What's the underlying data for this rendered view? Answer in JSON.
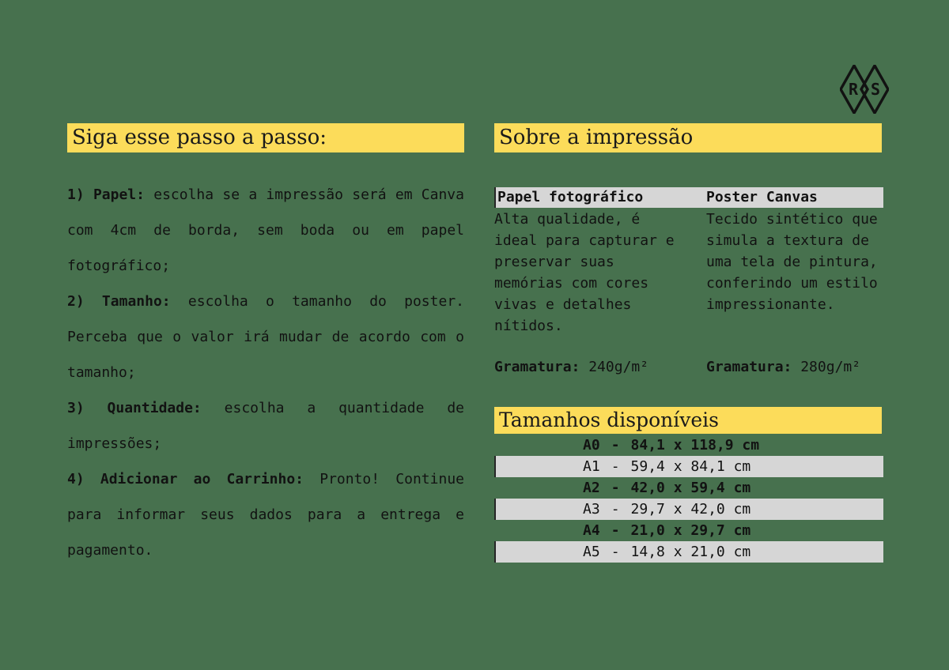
{
  "page": {
    "background_color": "#47714E",
    "accent_yellow": "#FCDC5A",
    "row_gray": "#D6D6D6",
    "ink_color": "#121212"
  },
  "logo": {
    "left_letter": "R",
    "right_letter": "S"
  },
  "left_panel": {
    "header": "Siga esse passo a passo:",
    "steps": [
      {
        "label": "1) Papel:",
        "text": "escolha se a impressão será em Canva com 4cm de borda, sem boda ou em papel fotográfico;"
      },
      {
        "label": "2) Tamanho:",
        "text": "escolha o tamanho do poster. Perceba que o valor irá mudar de acordo com o tamanho;"
      },
      {
        "label": "3) Quantidade:",
        "text": "escolha a quantidade de impressões;"
      },
      {
        "label": "4) Adicionar ao Carrinho:",
        "text": "Pronto! Continue para informar seus dados para a entrega e pagamento."
      }
    ]
  },
  "right_panel": {
    "header": "Sobre a impressão",
    "materials": {
      "columns": [
        {
          "name": "Papel fotográfico",
          "description": "Alta qualidade, é ideal para capturar e preservar suas memórias com cores vivas e detalhes nítidos.",
          "weight_label": "Gramatura:",
          "weight_value": "240g/m²"
        },
        {
          "name": "Poster Canvas",
          "description": "Tecido sintético que simula a textura de uma tela de pintura, conferindo um estilo impressionante.",
          "weight_label": "Gramatura:",
          "weight_value": "280g/m²"
        }
      ]
    },
    "sizes": {
      "header": "Tamanhos disponíveis",
      "dash": "-",
      "unit": "cm",
      "rows": [
        {
          "code": "A0",
          "dimensions": "84,1 x 118,9 cm",
          "gray_row": false
        },
        {
          "code": "A1",
          "dimensions": "59,4 x 84,1 cm",
          "gray_row": true
        },
        {
          "code": "A2",
          "dimensions": "42,0 x 59,4 cm",
          "gray_row": false
        },
        {
          "code": "A3",
          "dimensions": "29,7 x 42,0 cm",
          "gray_row": true
        },
        {
          "code": "A4",
          "dimensions": "21,0 x 29,7 cm",
          "gray_row": false
        },
        {
          "code": "A5",
          "dimensions": "14,8 x 21,0 cm",
          "gray_row": true
        }
      ]
    }
  }
}
